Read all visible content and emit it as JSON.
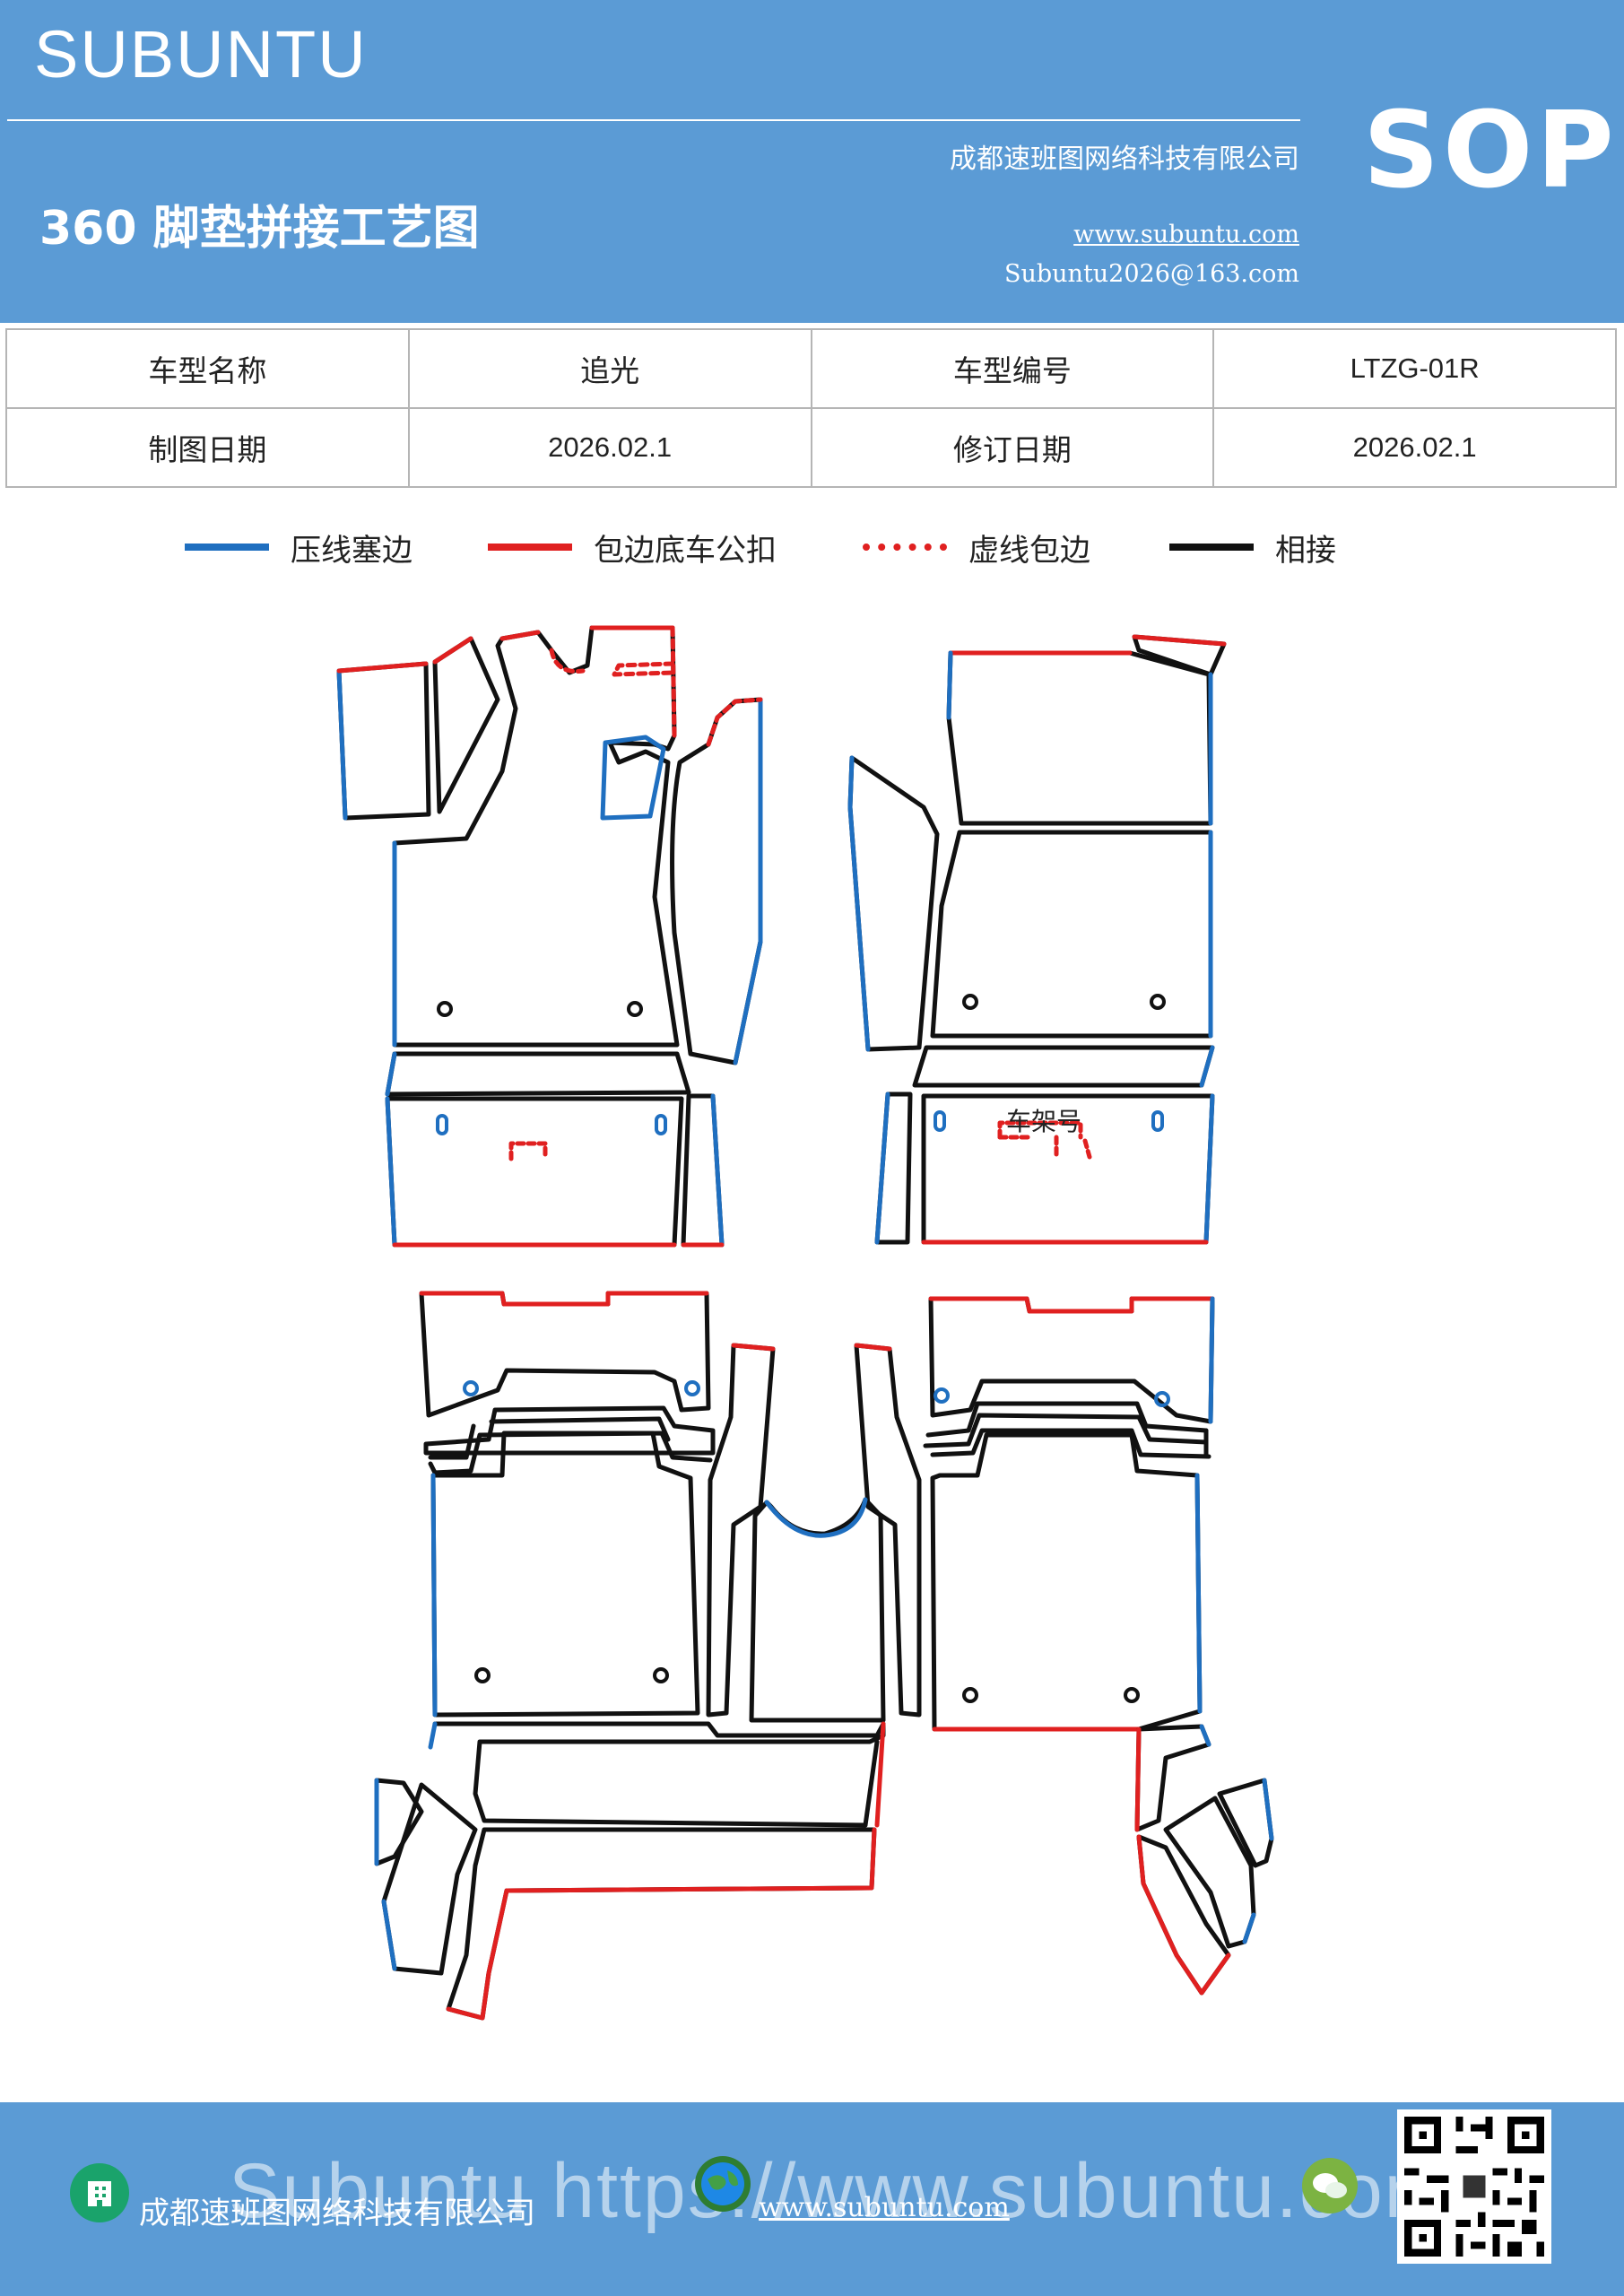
{
  "header": {
    "brand": "SUBUNTU",
    "title": "360 脚垫拼接工艺图",
    "company": "成都速班图网络科技有限公司",
    "website": "www.subuntu.com",
    "email": "Subuntu2026@163.com",
    "badge": "SOP"
  },
  "info_table": {
    "rows": [
      {
        "label1": "车型名称",
        "value1": "追光",
        "label2": "车型编号",
        "value2": "LTZG-01R"
      },
      {
        "label1": "制图日期",
        "value1": "2026.02.1",
        "label2": "修订日期",
        "value2": "2026.02.1"
      }
    ]
  },
  "legend": {
    "items": [
      {
        "label": "压线塞边",
        "color": "#1f6fc0",
        "style": "solid"
      },
      {
        "label": "包边底车公扣",
        "color": "#e02020",
        "style": "solid"
      },
      {
        "label": "虚线包边",
        "color": "#e02020",
        "style": "dashed"
      },
      {
        "label": "相接",
        "color": "#111111",
        "style": "solid"
      }
    ]
  },
  "diagram": {
    "vin_label": "车架号"
  },
  "footer": {
    "company": "成都速班图网络科技有限公司",
    "website": "www.subuntu.com",
    "watermark": "Subuntu https://www.subuntu.com",
    "icons": [
      "building-icon",
      "globe-icon",
      "chat-icon",
      "qr-code"
    ]
  },
  "colors": {
    "header_bg": "#5b9bd5",
    "press_line": "#1f6fc0",
    "wrap_edge": "#e02020",
    "joint": "#111111"
  }
}
